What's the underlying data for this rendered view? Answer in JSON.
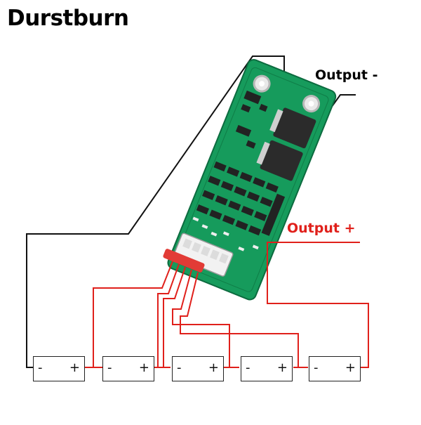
{
  "brand": {
    "name": "Durstburn"
  },
  "labels": {
    "output_negative": "Output -",
    "output_positive": "Output +"
  },
  "cells": [
    {
      "neg": "-",
      "pos": "+"
    },
    {
      "neg": "-",
      "pos": "+"
    },
    {
      "neg": "-",
      "pos": "+"
    },
    {
      "neg": "-",
      "pos": "+"
    },
    {
      "neg": "-",
      "pos": "+"
    }
  ],
  "colors": {
    "wire_positive": "#e0201b",
    "wire_negative": "#111111",
    "pcb": "#169b5c",
    "connector": "#f2f2f2"
  }
}
